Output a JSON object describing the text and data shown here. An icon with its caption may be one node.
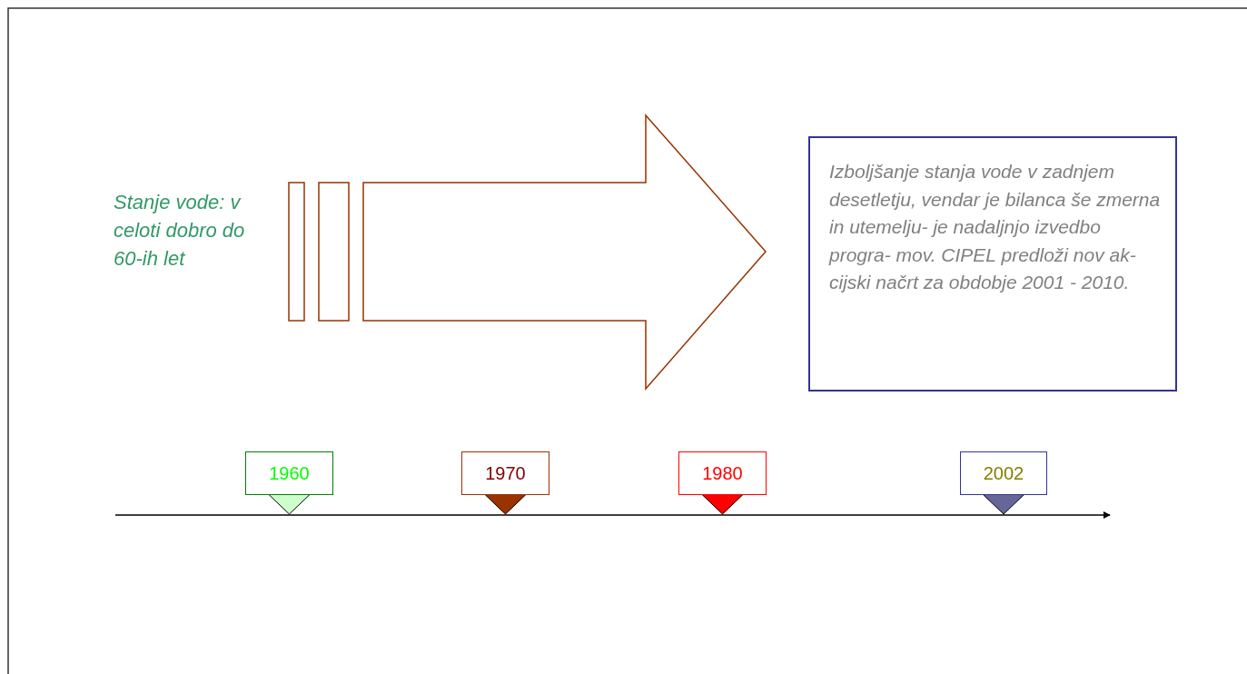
{
  "diagram": {
    "nodes": [
      {
        "text": [
          "Izboljšanje stanja vode v zadnjem desetletju, vendar je bilanca še zmerna in utemelju- je nadaljnjo izvedbo progra- mov. CIPEL predloži nov ak- cijski načrt za obdobje 2001 - 2010."
        ]
      },
      {
        "text": [
          "1960"
        ]
      },
      {
        "text": [
          "1970"
        ]
      },
      {
        "text": [
          "1980"
        ]
      },
      {
        "text": [
          "2002"
        ]
      }
    ],
    "edges": [],
    "labels": [
      "Stanje vode: v celoti dobro do 60-ih let"
    ]
  }
}
